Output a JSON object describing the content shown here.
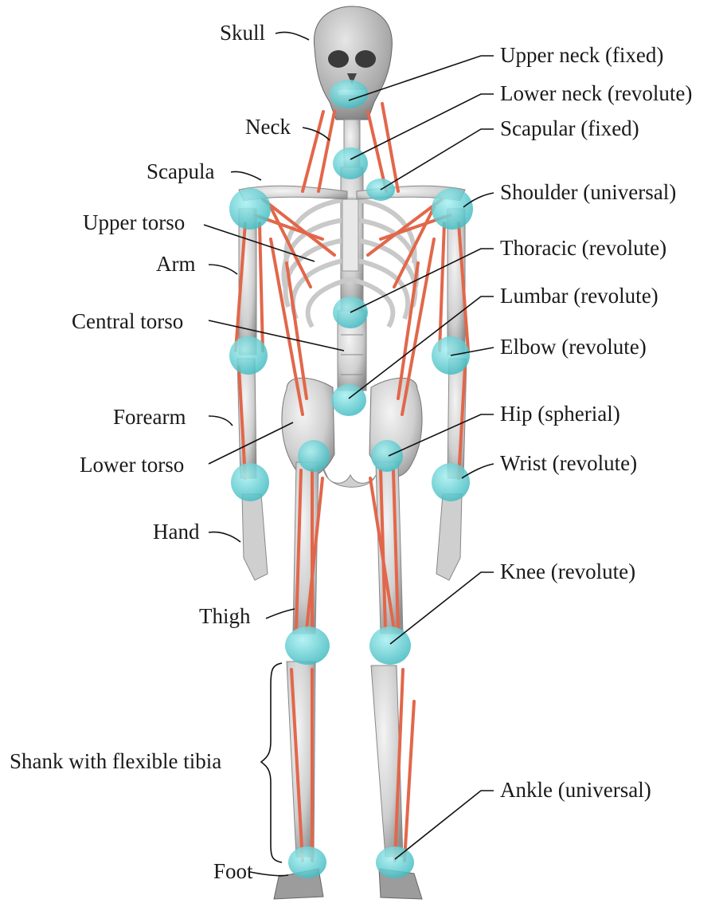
{
  "figure": {
    "segments": {
      "skull": "Skull",
      "neck": "Neck",
      "scapula": "Scapula",
      "upper_torso": "Upper torso",
      "arm": "Arm",
      "central_torso": "Central torso",
      "forearm": "Forearm",
      "lower_torso": "Lower torso",
      "hand": "Hand",
      "thigh": "Thigh",
      "shank": "Shank with flexible tibia",
      "foot": "Foot"
    },
    "joints": {
      "upper_neck": "Upper neck (fixed)",
      "lower_neck": "Lower neck (revolute)",
      "scapular": "Scapular (fixed)",
      "shoulder": "Shoulder (universal)",
      "thoracic": "Thoracic (revolute)",
      "lumbar": "Lumbar (revolute)",
      "elbow": "Elbow (revolute)",
      "hip": "Hip (spherial)",
      "wrist": "Wrist (revolute)",
      "knee": "Knee (revolute)",
      "ankle": "Ankle (universal)"
    },
    "colors": {
      "bone": "#d8d8d8",
      "bone_shadow": "#9a9a9a",
      "joint": "#5ed0d4",
      "muscle": "#e2674a",
      "text": "#1a1a1a"
    }
  }
}
